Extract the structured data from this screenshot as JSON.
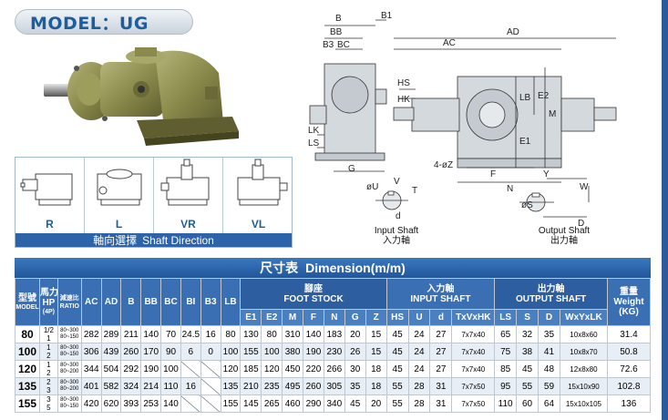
{
  "title": "MODEL：UG",
  "colors": {
    "brand_blue": "#2d63a8",
    "gearbox_green": "#8a8a4a",
    "row_alt": "#e8eef5"
  },
  "shaft_direction": {
    "items": [
      "R",
      "L",
      "VR",
      "VL"
    ],
    "caption_zh": "軸向選擇",
    "caption_en": "Shaft Direction"
  },
  "drawing": {
    "labels": [
      "B",
      "B1",
      "BB",
      "B3",
      "BC",
      "AD",
      "AC",
      "HS",
      "HK",
      "LB",
      "E2",
      "M",
      "E1",
      "LK",
      "LS",
      "G",
      "4-øZ",
      "F",
      "N"
    ],
    "input_shaft": {
      "labels": [
        "øU",
        "V",
        "T",
        "d"
      ],
      "caption_en": "Input Shaft",
      "caption_zh": "入力軸"
    },
    "output_shaft": {
      "labels": [
        "Y",
        "W",
        "øS",
        "D"
      ],
      "caption_en": "Output Shaft",
      "caption_zh": "出力軸"
    }
  },
  "dimension": {
    "title_zh": "尺寸表",
    "title_en": "Dimension(m/m)",
    "headers": {
      "model_zh": "型號",
      "model_en": "MODEL",
      "hp_zh": "馬力",
      "hp_en": "HP",
      "hp_note": "(4P)",
      "ratio_zh": "減速比",
      "ratio_en": "RATIO",
      "cols": [
        "AC",
        "AD",
        "B",
        "BB",
        "BC",
        "BI",
        "B3",
        "LB"
      ],
      "foot_zh": "腳座",
      "foot_en": "FOOT STOCK",
      "foot_cols": [
        "E1",
        "E2",
        "M",
        "F",
        "N",
        "G",
        "Z"
      ],
      "input_zh": "入力軸",
      "input_en": "INPUT SHAFT",
      "input_cols": [
        "HS",
        "U",
        "d",
        "TxVxHK"
      ],
      "output_zh": "出力軸",
      "output_en": "OUTPUT SHAFT",
      "output_cols": [
        "LS",
        "S",
        "D",
        "WxYxLK"
      ],
      "weight_zh": "重量",
      "weight_en": "Weight",
      "weight_unit": "(KG)"
    },
    "rows": [
      {
        "model": "80",
        "hp": [
          "1/2",
          "1"
        ],
        "ratio": [
          "80~300",
          "80~150"
        ],
        "vals": [
          "282",
          "289",
          "211",
          "140",
          "70",
          "24.5",
          "16",
          "80"
        ],
        "foot": [
          "130",
          "80",
          "310",
          "140",
          "183",
          "20",
          "15"
        ],
        "input": [
          "45",
          "24",
          "27",
          "7x7x40"
        ],
        "output": [
          "65",
          "32",
          "35",
          "10x8x60"
        ],
        "weight": "31.4"
      },
      {
        "model": "100",
        "hp": [
          "1",
          "2"
        ],
        "ratio": [
          "80~300",
          "80~150"
        ],
        "vals": [
          "306",
          "439",
          "260",
          "170",
          "90",
          "6",
          "0",
          "100"
        ],
        "foot": [
          "155",
          "100",
          "380",
          "190",
          "230",
          "26",
          "15"
        ],
        "input": [
          "45",
          "24",
          "27",
          "7x7x40"
        ],
        "output": [
          "75",
          "38",
          "41",
          "10x8x70"
        ],
        "weight": "50.8"
      },
      {
        "model": "120",
        "hp": [
          "1",
          "2"
        ],
        "ratio": [
          "80~300",
          "80~200"
        ],
        "vals": [
          "344",
          "504",
          "292",
          "190",
          "100",
          "",
          "",
          "120"
        ],
        "foot": [
          "185",
          "120",
          "450",
          "220",
          "266",
          "30",
          "18"
        ],
        "input": [
          "45",
          "24",
          "27",
          "7x7x40"
        ],
        "output": [
          "85",
          "45",
          "48",
          "12x8x80"
        ],
        "weight": "72.6"
      },
      {
        "model": "135",
        "hp": [
          "2",
          "3"
        ],
        "ratio": [
          "80~300",
          "80~200"
        ],
        "vals": [
          "401",
          "582",
          "324",
          "214",
          "110",
          "16",
          "",
          "135"
        ],
        "foot": [
          "210",
          "235",
          "495",
          "260",
          "305",
          "35",
          "18"
        ],
        "input": [
          "55",
          "28",
          "31",
          "7x7x50"
        ],
        "output": [
          "95",
          "55",
          "59",
          "15x10x90"
        ],
        "weight": "102.8"
      },
      {
        "model": "155",
        "hp": [
          "3",
          "5"
        ],
        "ratio": [
          "80~300",
          "80~150"
        ],
        "vals": [
          "420",
          "620",
          "393",
          "253",
          "140",
          "",
          "",
          "155"
        ],
        "foot": [
          "145",
          "265",
          "460",
          "290",
          "340",
          "45",
          "20"
        ],
        "input": [
          "55",
          "28",
          "31",
          "7x7x50"
        ],
        "output": [
          "110",
          "60",
          "64",
          "15x10x105"
        ],
        "weight": "136"
      }
    ]
  }
}
